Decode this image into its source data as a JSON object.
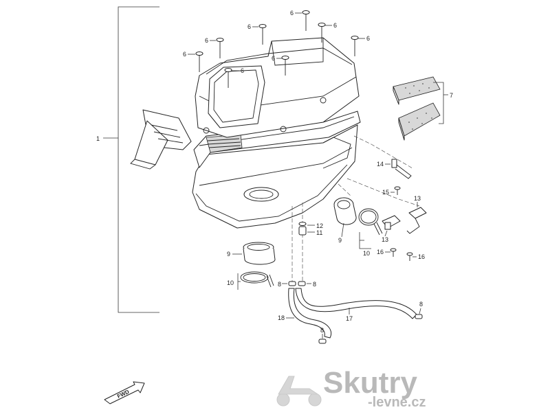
{
  "callouts": {
    "c1": "1",
    "c6": "6",
    "c7": "7",
    "c8": "8",
    "c9": "9",
    "c10": "10",
    "c11": "11",
    "c12": "12",
    "c13": "13",
    "c14": "14",
    "c15": "15",
    "c16": "16",
    "c17": "17",
    "c18": "18"
  },
  "fwd_label": "FWD",
  "watermark": {
    "brand": "Skutry",
    "domain": "-levne.cz"
  }
}
